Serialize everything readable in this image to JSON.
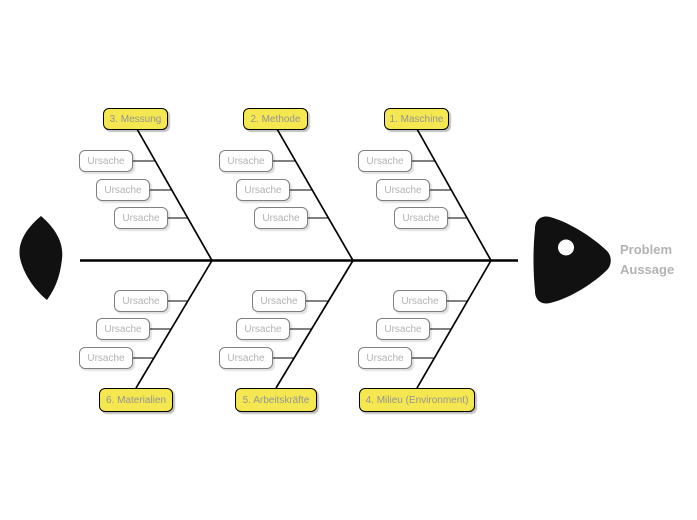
{
  "diagram_type": "fishbone-ishikawa",
  "problem": {
    "label_line1": "Problem",
    "label_line2": "Aussage"
  },
  "branches": {
    "maschine": {
      "label": "1. Maschine",
      "position": "top",
      "causes": [
        "Ursache",
        "Ursache",
        "Ursache"
      ]
    },
    "methode": {
      "label": "2. Methode",
      "position": "top",
      "causes": [
        "Ursache",
        "Ursache",
        "Ursache"
      ]
    },
    "messung": {
      "label": "3. Messung",
      "position": "top",
      "causes": [
        "Ursache",
        "Ursache",
        "Ursache"
      ]
    },
    "milieu": {
      "label": "4. Milieu (Environment)",
      "position": "bottom",
      "causes": [
        "Ursache",
        "Ursache",
        "Ursache"
      ]
    },
    "arbeitskraefte": {
      "label": "5. Arbeitskräfte",
      "position": "bottom",
      "causes": [
        "Ursache",
        "Ursache",
        "Ursache"
      ]
    },
    "materialien": {
      "label": "6. Materialien",
      "position": "bottom",
      "causes": [
        "Ursache",
        "Ursache",
        "Ursache"
      ]
    }
  },
  "colors": {
    "category_fill": "#F5E750",
    "category_border": "#000000",
    "category_text": "#949494",
    "cause_fill": "#FFFFFF",
    "cause_border": "#7F7F7F",
    "cause_text": "#B3B3B3",
    "spine_line": "#000000",
    "fish_head": "#111111",
    "fish_tail": "#111111",
    "problem_text": "#B3B3B3",
    "background": "#FFFFFF"
  }
}
